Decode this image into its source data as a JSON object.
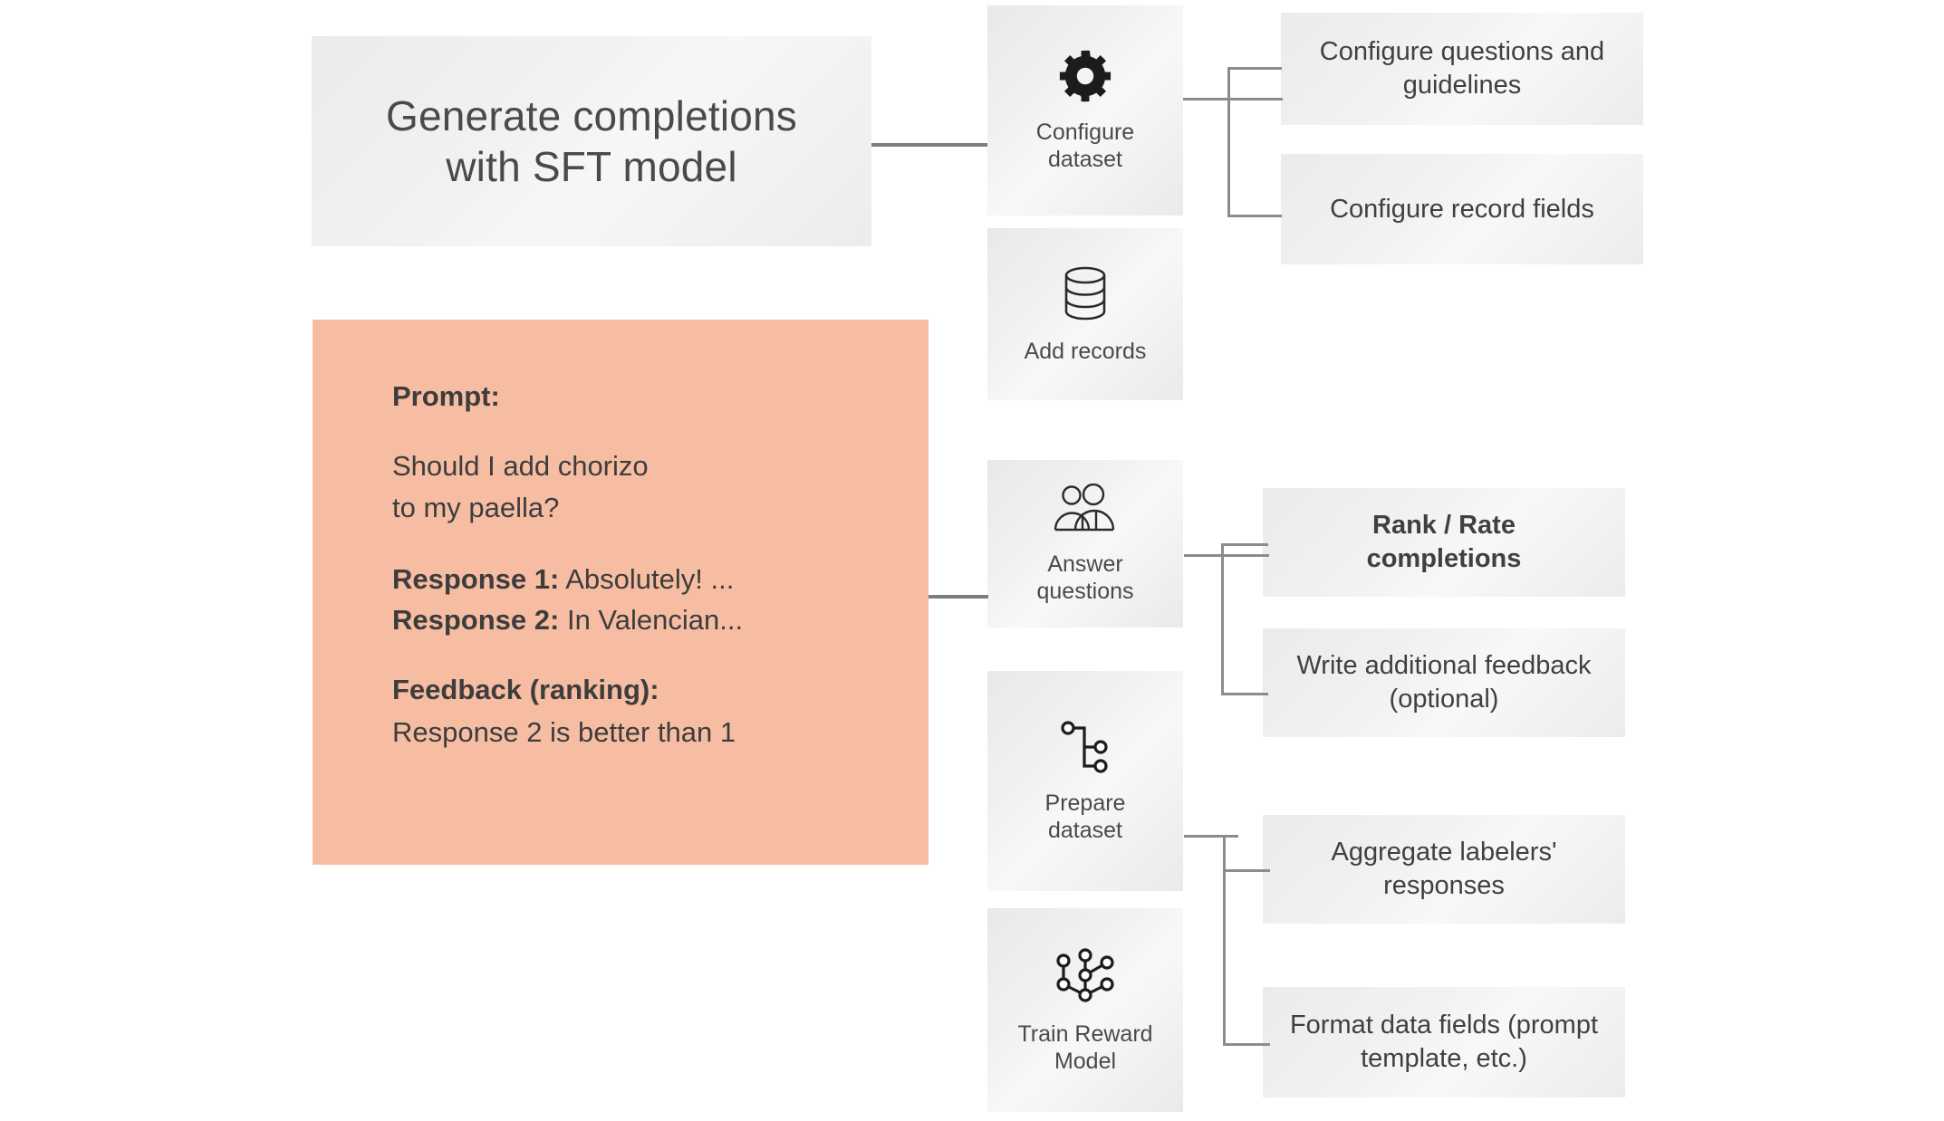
{
  "title": {
    "text": "Generate completions\nwith SFT model"
  },
  "sample_card": {
    "prompt_heading": "Prompt:",
    "prompt_line1": "Should I add chorizo",
    "prompt_line2": "to my paella?",
    "response1_label": "Response 1:",
    "response1_text": " Absolutely! ...",
    "response2_label": "Response 2:",
    "response2_text": " In Valencian...",
    "feedback_heading": "Feedback (ranking):",
    "feedback_text": "Response 2 is better than 1",
    "background_color": "#F6BDA2"
  },
  "stages": [
    {
      "id": "configure",
      "label": "Configure\ndataset",
      "icon": "gear-icon"
    },
    {
      "id": "records",
      "label": "Add records",
      "icon": "database-icon"
    },
    {
      "id": "answer",
      "label": "Answer\nquestions",
      "icon": "people-group-icon"
    },
    {
      "id": "prepare",
      "label": "Prepare\ndataset",
      "icon": "hierarchy-tree-icon"
    },
    {
      "id": "train",
      "label": "Train Reward\nModel",
      "icon": "network-graph-icon"
    }
  ],
  "details": [
    {
      "id": "qg",
      "label": "Configure questions and\nguidelines",
      "bold": false
    },
    {
      "id": "rf",
      "label": "Configure record fields",
      "bold": false
    },
    {
      "id": "rank",
      "label": "Rank / Rate\ncompletions",
      "bold": true
    },
    {
      "id": "fb",
      "label": "Write additional feedback\n(optional)",
      "bold": false
    },
    {
      "id": "agg",
      "label": "Aggregate labelers'\nresponses",
      "bold": false
    },
    {
      "id": "fmt",
      "label": "Format data fields (prompt\ntemplate, etc.)",
      "bold": false
    }
  ],
  "colors": {
    "box_fill": "#F0F0F0",
    "connector": "#7D7D7D",
    "text": "#404040",
    "accent_orange": "#F6BDA2",
    "icon_stroke": "#2B2B2B"
  }
}
